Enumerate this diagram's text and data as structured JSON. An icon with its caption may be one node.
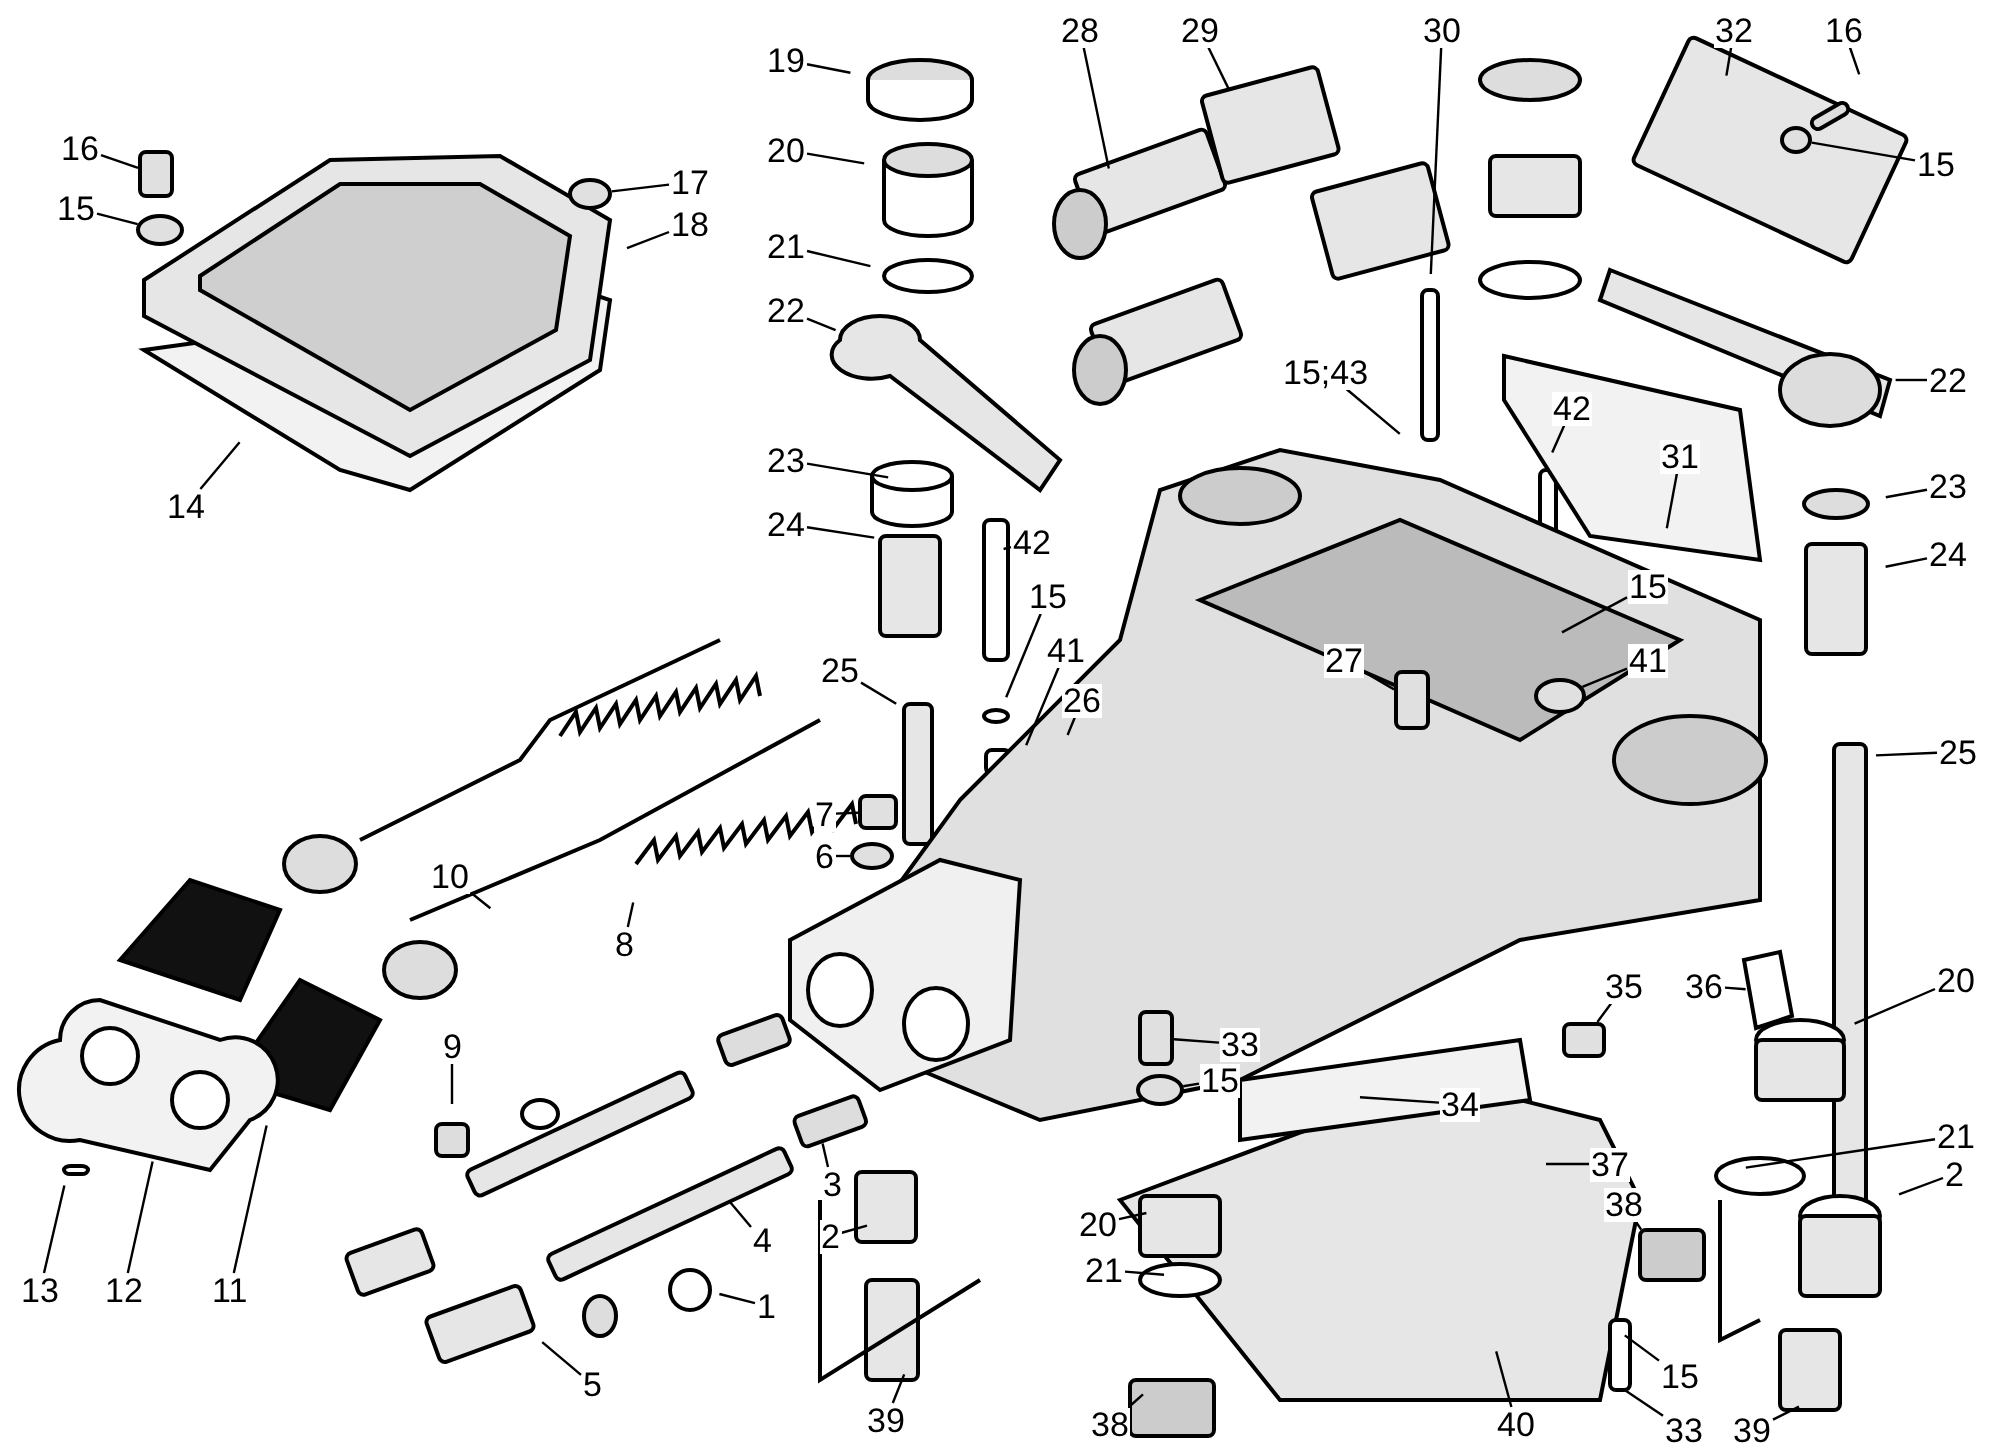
{
  "diagram": {
    "nodes": [
      {
        "text": [
          "16"
        ]
      },
      {
        "text": [
          "15"
        ]
      },
      {
        "text": [
          "17"
        ]
      },
      {
        "text": [
          "18"
        ]
      },
      {
        "text": [
          "14"
        ]
      },
      {
        "text": [
          "19"
        ]
      },
      {
        "text": [
          "28"
        ]
      },
      {
        "text": [
          "29"
        ]
      },
      {
        "text": [
          "30"
        ]
      },
      {
        "text": [
          "32"
        ]
      },
      {
        "text": [
          "16"
        ]
      },
      {
        "text": [
          "20"
        ]
      },
      {
        "text": [
          "15"
        ]
      },
      {
        "text": [
          "21"
        ]
      },
      {
        "text": [
          "22"
        ]
      },
      {
        "text": [
          "15;43"
        ]
      },
      {
        "text": [
          "22"
        ]
      },
      {
        "text": [
          "42"
        ]
      },
      {
        "text": [
          "31"
        ]
      },
      {
        "text": [
          "23"
        ]
      },
      {
        "text": [
          "23"
        ]
      },
      {
        "text": [
          "24"
        ]
      },
      {
        "text": [
          "42"
        ]
      },
      {
        "text": [
          "24"
        ]
      },
      {
        "text": [
          "15"
        ]
      },
      {
        "text": [
          "15"
        ]
      },
      {
        "text": [
          "41"
        ]
      },
      {
        "text": [
          "41"
        ]
      },
      {
        "text": [
          "25"
        ]
      },
      {
        "text": [
          "27"
        ]
      },
      {
        "text": [
          "26"
        ]
      },
      {
        "text": [
          "25"
        ]
      },
      {
        "text": [
          "7"
        ]
      },
      {
        "text": [
          "6"
        ]
      },
      {
        "text": [
          "10"
        ]
      },
      {
        "text": [
          "8"
        ]
      },
      {
        "text": [
          "36"
        ]
      },
      {
        "text": [
          "35"
        ]
      },
      {
        "text": [
          "20"
        ]
      },
      {
        "text": [
          "9"
        ]
      },
      {
        "text": [
          "33"
        ]
      },
      {
        "text": [
          "15"
        ]
      },
      {
        "text": [
          "34"
        ]
      },
      {
        "text": [
          "21"
        ]
      },
      {
        "text": [
          "37"
        ]
      },
      {
        "text": [
          "2"
        ]
      },
      {
        "text": [
          "3"
        ]
      },
      {
        "text": [
          "38"
        ]
      },
      {
        "text": [
          "20"
        ]
      },
      {
        "text": [
          "2"
        ]
      },
      {
        "text": [
          "4"
        ]
      },
      {
        "text": [
          "21"
        ]
      },
      {
        "text": [
          "1"
        ]
      },
      {
        "text": [
          "13"
        ]
      },
      {
        "text": [
          "12"
        ]
      },
      {
        "text": [
          "11"
        ]
      },
      {
        "text": [
          "5"
        ]
      },
      {
        "text": [
          "15"
        ]
      },
      {
        "text": [
          "38"
        ]
      },
      {
        "text": [
          "40"
        ]
      },
      {
        "text": [
          "33"
        ]
      },
      {
        "text": [
          "39"
        ]
      },
      {
        "text": [
          "39"
        ]
      },
      {
        "text": [],
        "shape": "box"
      },
      {
        "text": [],
        "shape": "circle"
      },
      {
        "text": [],
        "shape": "circle"
      },
      {
        "text": [],
        "shape": "box"
      },
      {
        "text": [],
        "shape": "box"
      },
      {
        "text": [],
        "shape": "circle"
      },
      {
        "text": [],
        "shape": "box"
      },
      {
        "text": [],
        "shape": "box"
      },
      {
        "text": [],
        "shape": "circle"
      },
      {
        "text": [],
        "shape": "circle"
      },
      {
        "text": [],
        "shape": "circle"
      }
    ],
    "edges": [
      {
        "from": 0,
        "to": 63,
        "arrow": "none"
      },
      {
        "from": 1,
        "to": 64,
        "arrow": "none"
      },
      {
        "from": 2,
        "to": 72,
        "arrow": "none"
      },
      {
        "from": 3,
        "to": null,
        "arrow": "none"
      },
      {
        "from": 4,
        "to": null,
        "arrow": "none"
      },
      {
        "from": 5,
        "to": null,
        "arrow": "none"
      },
      {
        "from": 6,
        "to": null,
        "arrow": "none"
      },
      {
        "from": 7,
        "to": null,
        "arrow": "none"
      },
      {
        "from": 8,
        "to": null,
        "arrow": "none"
      },
      {
        "from": 9,
        "to": null,
        "arrow": "none"
      },
      {
        "from": 10,
        "to": null,
        "arrow": "none"
      },
      {
        "from": 11,
        "to": null,
        "arrow": "none"
      },
      {
        "from": 12,
        "to": 73,
        "arrow": "none"
      },
      {
        "from": 13,
        "to": null,
        "arrow": "none"
      },
      {
        "from": 14,
        "to": null,
        "arrow": "none"
      },
      {
        "from": 15,
        "to": null,
        "arrow": "none"
      },
      {
        "from": 16,
        "to": null,
        "arrow": "none"
      },
      {
        "from": 17,
        "to": null,
        "arrow": "none"
      },
      {
        "from": 18,
        "to": null,
        "arrow": "none"
      },
      {
        "from": 19,
        "to": null,
        "arrow": "none"
      },
      {
        "from": 20,
        "to": null,
        "arrow": "none"
      },
      {
        "from": 21,
        "to": null,
        "arrow": "none"
      },
      {
        "from": 22,
        "to": null,
        "arrow": "none"
      },
      {
        "from": 23,
        "to": null,
        "arrow": "none"
      },
      {
        "from": 24,
        "to": null,
        "arrow": "none"
      },
      {
        "from": 25,
        "to": null,
        "arrow": "none"
      },
      {
        "from": 26,
        "to": null,
        "arrow": "none"
      },
      {
        "from": 27,
        "to": 65,
        "arrow": "none"
      },
      {
        "from": 28,
        "to": null,
        "arrow": "none"
      },
      {
        "from": 29,
        "to": 66,
        "arrow": "none"
      },
      {
        "from": 30,
        "to": null,
        "arrow": "none"
      },
      {
        "from": 31,
        "to": null,
        "arrow": "none"
      },
      {
        "from": 32,
        "to": 67,
        "arrow": "none"
      },
      {
        "from": 33,
        "to": 68,
        "arrow": "none"
      },
      {
        "from": 34,
        "to": null,
        "arrow": "none"
      },
      {
        "from": 35,
        "to": null,
        "arrow": "none"
      },
      {
        "from": 36,
        "to": null,
        "arrow": "none"
      },
      {
        "from": 37,
        "to": 69,
        "arrow": "none"
      },
      {
        "from": 38,
        "to": null,
        "arrow": "none"
      },
      {
        "from": 39,
        "to": null,
        "arrow": "none"
      },
      {
        "from": 40,
        "to": 70,
        "arrow": "none"
      },
      {
        "from": 41,
        "to": 71,
        "arrow": "none"
      },
      {
        "from": 42,
        "to": null,
        "arrow": "none"
      },
      {
        "from": 43,
        "to": null,
        "arrow": "none"
      },
      {
        "from": 44,
        "to": null,
        "arrow": "none"
      },
      {
        "from": 45,
        "to": null,
        "arrow": "none"
      },
      {
        "from": 46,
        "to": null,
        "arrow": "none"
      },
      {
        "from": 47,
        "to": null,
        "arrow": "none"
      },
      {
        "from": 48,
        "to": null,
        "arrow": "none"
      },
      {
        "from": 49,
        "to": null,
        "arrow": "none"
      },
      {
        "from": 50,
        "to": null,
        "arrow": "none"
      },
      {
        "from": 51,
        "to": null,
        "arrow": "none"
      },
      {
        "from": 52,
        "to": null,
        "arrow": "none"
      },
      {
        "from": 53,
        "to": null,
        "arrow": "none"
      },
      {
        "from": 54,
        "to": null,
        "arrow": "none"
      },
      {
        "from": 55,
        "to": null,
        "arrow": "none"
      },
      {
        "from": 56,
        "to": null,
        "arrow": "none"
      },
      {
        "from": 57,
        "to": null,
        "arrow": "none"
      },
      {
        "from": 58,
        "to": null,
        "arrow": "none"
      },
      {
        "from": 59,
        "to": null,
        "arrow": "none"
      },
      {
        "from": 60,
        "to": null,
        "arrow": "none"
      },
      {
        "from": 61,
        "to": null,
        "arrow": "none"
      },
      {
        "from": 62,
        "to": null,
        "arrow": "none"
      }
    ]
  }
}
